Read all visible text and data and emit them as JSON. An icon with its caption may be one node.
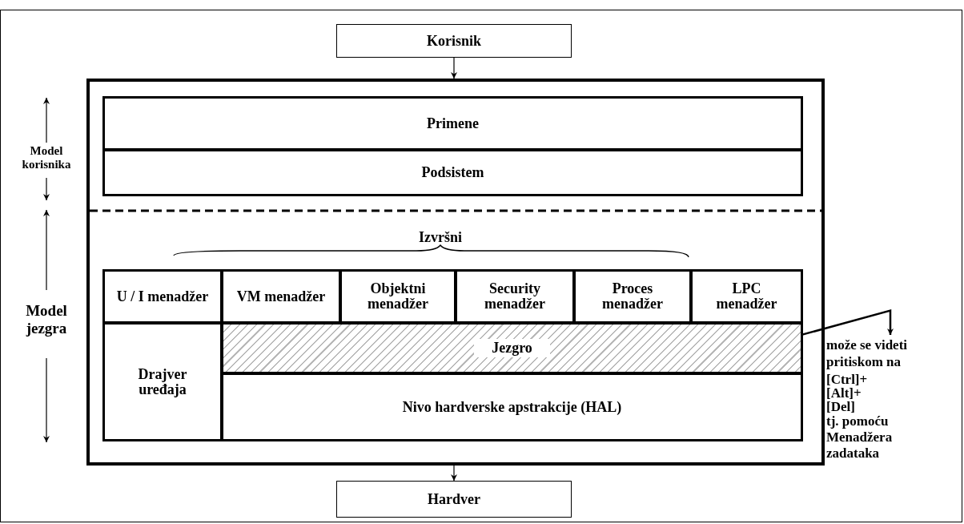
{
  "diagram": {
    "nodes": [
      {
        "text": [
          "Korisnik"
        ]
      },
      {
        "text": [],
        "shape": "box"
      },
      {
        "text": [
          "Primene"
        ],
        "in": 1
      },
      {
        "text": [
          "Podsistem"
        ],
        "in": 1
      },
      {
        "text": [
          "U / I menadžer"
        ],
        "in": 1
      },
      {
        "text": [
          "VM menadžer"
        ],
        "in": 1
      },
      {
        "text": [
          "Objektni menadžer"
        ],
        "in": 1
      },
      {
        "text": [
          "Security menadžer"
        ],
        "in": 1
      },
      {
        "text": [
          "Proces menadžer"
        ],
        "in": 1
      },
      {
        "text": [
          "LPC menadžer"
        ],
        "in": 1
      },
      {
        "text": [
          "Drajver uređaja"
        ],
        "in": 1
      },
      {
        "text": [
          "Jezgro"
        ],
        "in": 1
      },
      {
        "text": [
          "Nivo hardverske apstrakcije (HAL)"
        ],
        "in": 1
      },
      {
        "text": [
          "Hardver"
        ]
      },
      {
        "text": [
          "može se videti pritiskom na",
          "[Ctrl]+ [Alt]+ [Del]",
          "tj. pomoću Menadžera zadataka"
        ]
      }
    ],
    "edges": [
      {
        "from": 0,
        "to": 1,
        "arrow": "to"
      },
      {
        "from": 1,
        "to": 13,
        "arrow": "to"
      },
      {
        "from": 11,
        "to": 14,
        "arrow": "to"
      }
    ],
    "labels": [
      "Model korisnika",
      "Izvršni",
      "Model jezgra"
    ]
  }
}
